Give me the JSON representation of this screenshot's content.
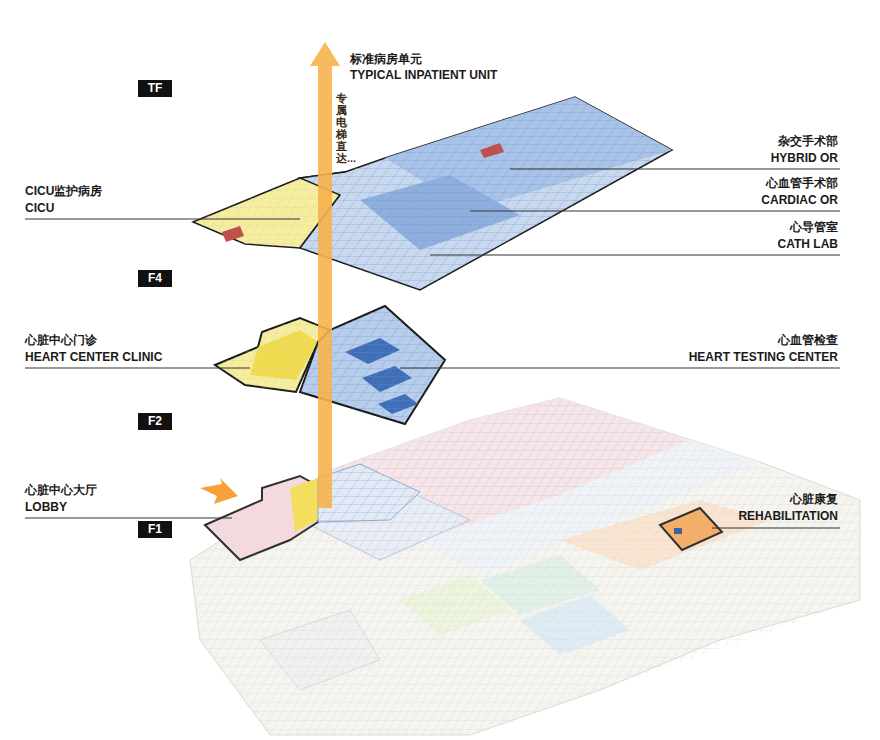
{
  "diagram": {
    "nodes": [
      {
        "text": [
          "TF"
        ]
      },
      {
        "text": [
          "F4"
        ]
      },
      {
        "text": [
          "F2"
        ]
      },
      {
        "text": [
          "F1"
        ]
      }
    ],
    "labels": [
      "标准病房单元",
      "TYPICAL INPATIENT UNIT",
      "专属电梯直达...",
      "CICU监护病房",
      "CICU",
      "杂交手术部",
      "HYBRID OR",
      "心血管手术部",
      "CARDIAC OR",
      "心导管室",
      "CATH LAB",
      "心脏中心门诊",
      "HEART CENTER CLINIC",
      "心血管检查",
      "HEART TESTING CENTER",
      "心脏中心大厅",
      "LOBBY",
      "心脏康复",
      "REHABILITATION"
    ]
  }
}
